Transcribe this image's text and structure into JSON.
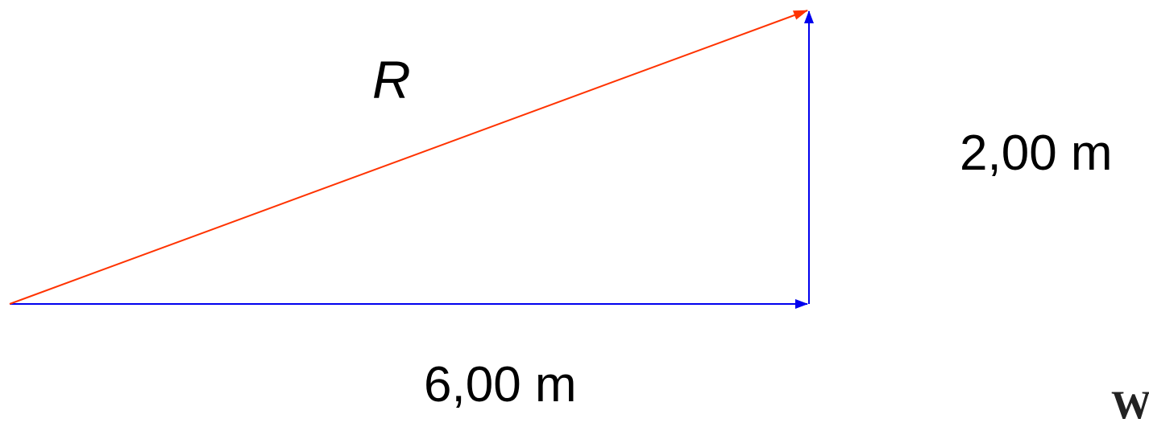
{
  "diagram": {
    "resultant": {
      "label": "R",
      "color": "#ff3300"
    },
    "horizontal_vector": {
      "label": "6,00 m",
      "color": "#0000ee"
    },
    "vertical_vector": {
      "label": "2,00 m",
      "color": "#0000ee"
    },
    "corner_mark": {
      "text": "W"
    }
  }
}
